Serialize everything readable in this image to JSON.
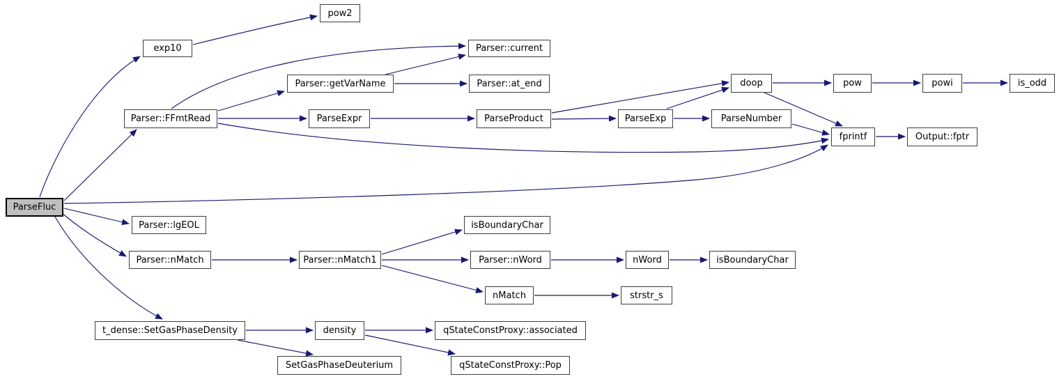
{
  "diagram": {
    "type": "call-graph",
    "root_id": "parsefluc",
    "colors": {
      "edge": "#191970",
      "node_fill": "#ffffff",
      "node_border": "#3d3d3d",
      "root_fill": "#bfbfbf",
      "root_border": "#000000",
      "background": "#ffffff",
      "text": "#000000"
    },
    "nodes": [
      {
        "id": "parsefluc",
        "label": "ParseFluc"
      },
      {
        "id": "exp10",
        "label": "exp10"
      },
      {
        "id": "pow2",
        "label": "pow2"
      },
      {
        "id": "ffmtread",
        "label": "Parser::FFmtRead"
      },
      {
        "id": "getvarname",
        "label": "Parser::getVarName"
      },
      {
        "id": "current",
        "label": "Parser::current"
      },
      {
        "id": "atend",
        "label": "Parser::at_end"
      },
      {
        "id": "parseexpr",
        "label": "ParseExpr"
      },
      {
        "id": "parseproduct",
        "label": "ParseProduct"
      },
      {
        "id": "parseexp",
        "label": "ParseExp"
      },
      {
        "id": "parsenumber",
        "label": "ParseNumber"
      },
      {
        "id": "doop",
        "label": "doop"
      },
      {
        "id": "pow",
        "label": "pow"
      },
      {
        "id": "powi",
        "label": "powi"
      },
      {
        "id": "isodd",
        "label": "is_odd"
      },
      {
        "id": "fprintf",
        "label": "fprintf"
      },
      {
        "id": "outputfptr",
        "label": "Output::fptr"
      },
      {
        "id": "lgeol",
        "label": "Parser::lgEOL"
      },
      {
        "id": "nmatchp",
        "label": "Parser::nMatch"
      },
      {
        "id": "nmatch1",
        "label": "Parser::nMatch1"
      },
      {
        "id": "isboundary1",
        "label": "isBoundaryChar"
      },
      {
        "id": "nwordp",
        "label": "Parser::nWord"
      },
      {
        "id": "nword",
        "label": "nWord"
      },
      {
        "id": "isboundary2",
        "label": "isBoundaryChar"
      },
      {
        "id": "nmatch",
        "label": "nMatch"
      },
      {
        "id": "strstr",
        "label": "strstr_s"
      },
      {
        "id": "setgas",
        "label": "t_dense::SetGasPhaseDensity"
      },
      {
        "id": "density",
        "label": "density"
      },
      {
        "id": "qassoc",
        "label": "qStateConstProxy::associated"
      },
      {
        "id": "setgasdeut",
        "label": "SetGasPhaseDeuterium"
      },
      {
        "id": "qpop",
        "label": "qStateConstProxy::Pop"
      }
    ],
    "edges": [
      {
        "from": "parsefluc",
        "to": "exp10"
      },
      {
        "from": "parsefluc",
        "to": "ffmtread"
      },
      {
        "from": "parsefluc",
        "to": "fprintf"
      },
      {
        "from": "parsefluc",
        "to": "lgeol"
      },
      {
        "from": "parsefluc",
        "to": "nmatchp"
      },
      {
        "from": "parsefluc",
        "to": "setgas"
      },
      {
        "from": "exp10",
        "to": "pow2"
      },
      {
        "from": "ffmtread",
        "to": "current"
      },
      {
        "from": "ffmtread",
        "to": "getvarname"
      },
      {
        "from": "ffmtread",
        "to": "parseexpr"
      },
      {
        "from": "ffmtread",
        "to": "fprintf"
      },
      {
        "from": "getvarname",
        "to": "current"
      },
      {
        "from": "getvarname",
        "to": "atend"
      },
      {
        "from": "parseexpr",
        "to": "parseproduct"
      },
      {
        "from": "parseproduct",
        "to": "doop"
      },
      {
        "from": "parseproduct",
        "to": "parseexp"
      },
      {
        "from": "parseexp",
        "to": "doop"
      },
      {
        "from": "parseexp",
        "to": "parsenumber"
      },
      {
        "from": "parsenumber",
        "to": "fprintf"
      },
      {
        "from": "doop",
        "to": "pow"
      },
      {
        "from": "doop",
        "to": "fprintf"
      },
      {
        "from": "pow",
        "to": "powi"
      },
      {
        "from": "powi",
        "to": "isodd"
      },
      {
        "from": "fprintf",
        "to": "outputfptr"
      },
      {
        "from": "nmatchp",
        "to": "nmatch1"
      },
      {
        "from": "nmatch1",
        "to": "isboundary1"
      },
      {
        "from": "nmatch1",
        "to": "nwordp"
      },
      {
        "from": "nmatch1",
        "to": "nmatch"
      },
      {
        "from": "nwordp",
        "to": "nword"
      },
      {
        "from": "nword",
        "to": "isboundary2"
      },
      {
        "from": "nmatch",
        "to": "strstr"
      },
      {
        "from": "setgas",
        "to": "density"
      },
      {
        "from": "setgas",
        "to": "setgasdeut"
      },
      {
        "from": "density",
        "to": "qassoc"
      },
      {
        "from": "density",
        "to": "qpop"
      }
    ]
  }
}
